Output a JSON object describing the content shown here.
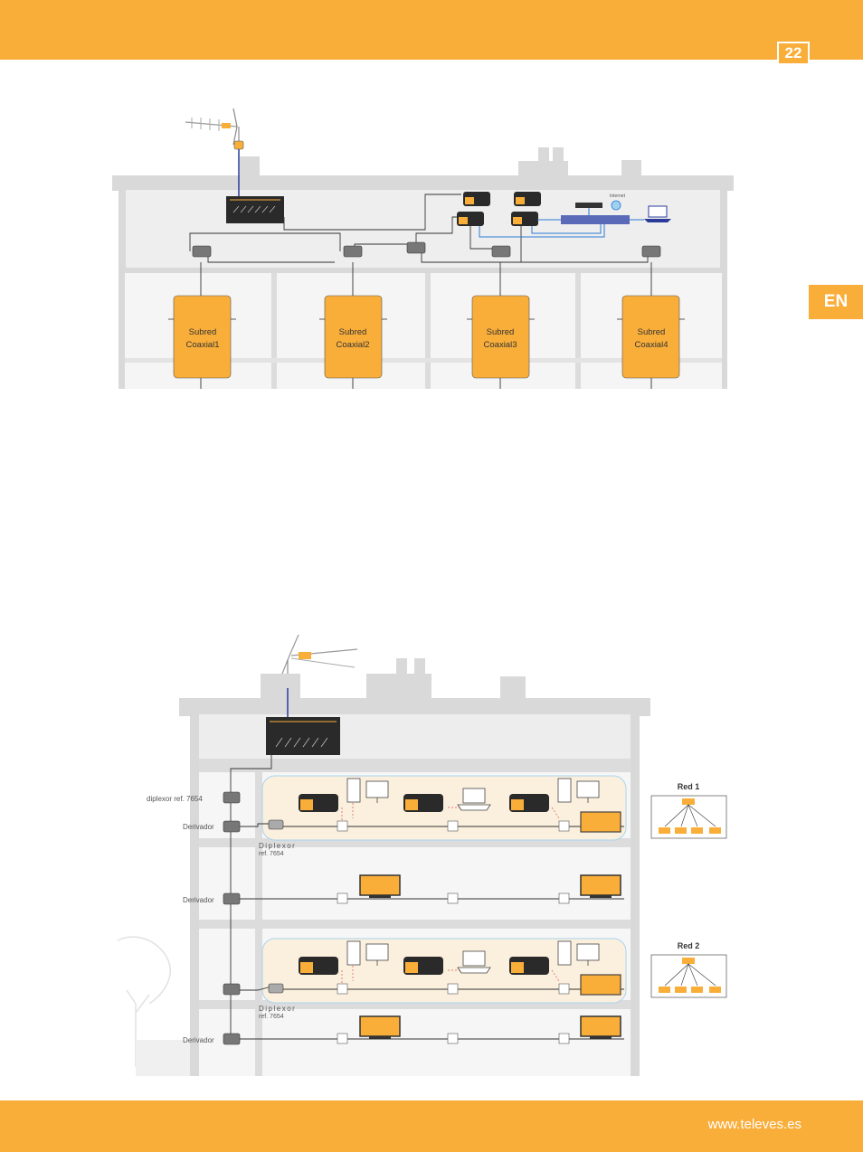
{
  "header": {
    "page_number": "22",
    "color": "#f9ae3a"
  },
  "side_tab": {
    "label": "EN"
  },
  "footer": {
    "website": "www.televes.es"
  },
  "diagram1": {
    "subnets": [
      "Subred\nCoaxial1",
      "Subred\nCoaxial2",
      "Subred\nCoaxial3",
      "Subred\nCoaxial4"
    ],
    "internet_label": "Internet"
  },
  "diagram2": {
    "diplexor_left_label": "diplexor ref. 7654",
    "derivador_label": "Derivador",
    "diplexor_floor_label": "Diplexor",
    "diplexor_ref": "ref. 7654",
    "networks": [
      {
        "title": "Red 1"
      },
      {
        "title": "Red 2"
      }
    ]
  },
  "colors": {
    "accent": "#f9ae3a",
    "building": "#d9d9d9",
    "cable_blue": "#2b7bd6",
    "device_dark": "#2a2a2a"
  }
}
